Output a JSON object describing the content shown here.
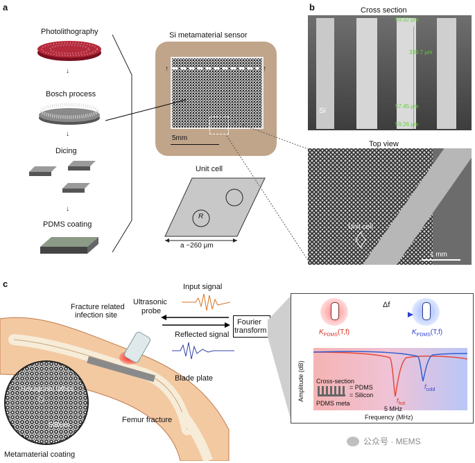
{
  "panel_a": {
    "letter": "a",
    "steps": [
      "Photolithography",
      "Bosch process",
      "Dicing",
      "PDMS coating"
    ],
    "sensor_title": "Si metamaterial sensor",
    "scale_5mm": "5mm",
    "unit_cell_title": "Unit cell",
    "radius_label": "R",
    "lattice_label": "a ~260 μm"
  },
  "panel_b": {
    "letter": "b",
    "cross_section_title": "Cross section",
    "dims": [
      "69.32 μm",
      "339.7 μm",
      "57.45 μm",
      "59.26 μm"
    ],
    "si_label": "Si",
    "top_view_title": "Top view",
    "unit_cell_label": "Unit cell",
    "scale_1mm": "1 mm"
  },
  "panel_c": {
    "letter": "c",
    "input_signal": "Input signal",
    "reflected_signal": "Reflected signal",
    "probe_label": [
      "Ultrasonic",
      "probe"
    ],
    "fourier_label": [
      "Fourier",
      "transform"
    ],
    "fracture_site": [
      "Fracture related",
      "infection site"
    ],
    "blade_plate": "Blade plate",
    "femur_fracture": "Femur fracture",
    "hexagonal_lattice": "Hexagonal lattice",
    "scale_500": "500μm",
    "metamaterial_coating": "Metamaterial coating",
    "delta_f": "Δf",
    "k_hot": "K",
    "k_sub": "PDMS",
    "k_args": "(T,f)",
    "chart": {
      "ylabel": "Amplitude (dB)",
      "xlabel": "Frequency (MHz)",
      "freq_label": "5 MHz",
      "f_hot": "f",
      "f_hot_sub": "hot",
      "f_cold": "f",
      "f_cold_sub": "cold",
      "cross_section": "Cross-section",
      "pdms": "= PDMS",
      "silicon": "= Silicon",
      "pdms_meta": "PDMS meta"
    }
  },
  "watermark": "公众号 · MEMS",
  "colors": {
    "hot": "#e8483a",
    "cold": "#2f5fd1",
    "skin": "#f3c9a2",
    "green": "#5fd13a"
  }
}
